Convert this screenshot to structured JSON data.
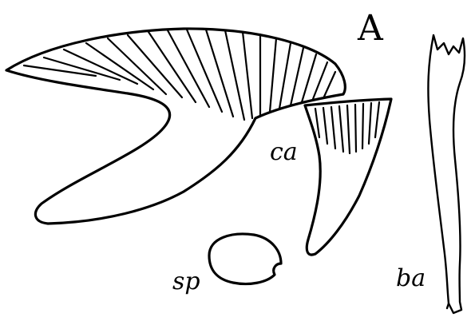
{
  "figure": {
    "panel_letter": "A",
    "labels": {
      "cystidium": "ca",
      "spore": "sp",
      "basidium": "ba"
    }
  }
}
